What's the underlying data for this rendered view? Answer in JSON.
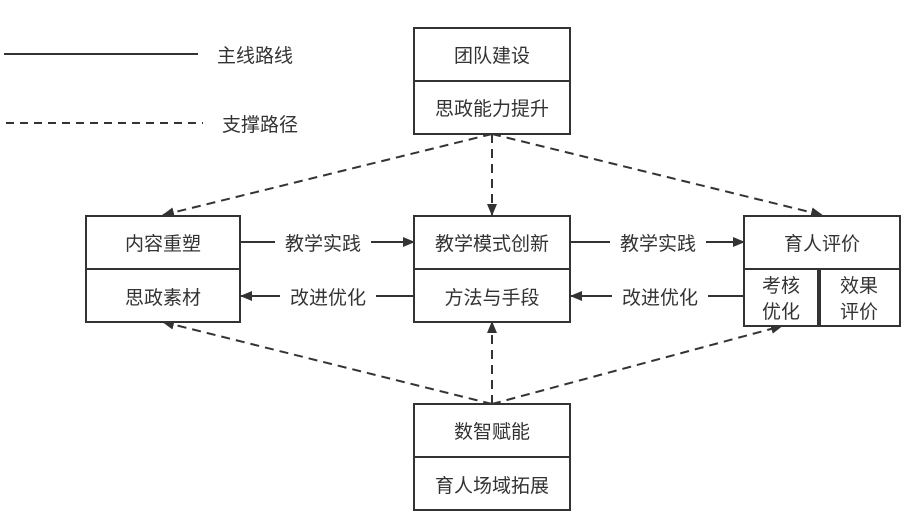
{
  "legend": {
    "solid_label": "主线路线",
    "dashed_label": "支撑路径"
  },
  "colors": {
    "stroke": "#333333",
    "text": "#333333",
    "background": "#ffffff"
  },
  "nodes": {
    "team": {
      "title": "团队建设",
      "subtitle": "思政能力提升"
    },
    "content": {
      "title": "内容重塑",
      "subtitle": "思政素材"
    },
    "teaching": {
      "title": "教学模式创新",
      "subtitle": "方法与手段"
    },
    "evaluation": {
      "title": "育人评价",
      "sub_left_1": "考核",
      "sub_left_2": "优化",
      "sub_right_1": "效果",
      "sub_right_2": "评价"
    },
    "digital": {
      "title": "数智赋能",
      "subtitle": "育人场域拓展"
    }
  },
  "edges": {
    "content_to_teaching": "教学实践",
    "teaching_to_content": "改进优化",
    "teaching_to_evaluation": "教学实践",
    "evaluation_to_teaching": "改进优化"
  }
}
